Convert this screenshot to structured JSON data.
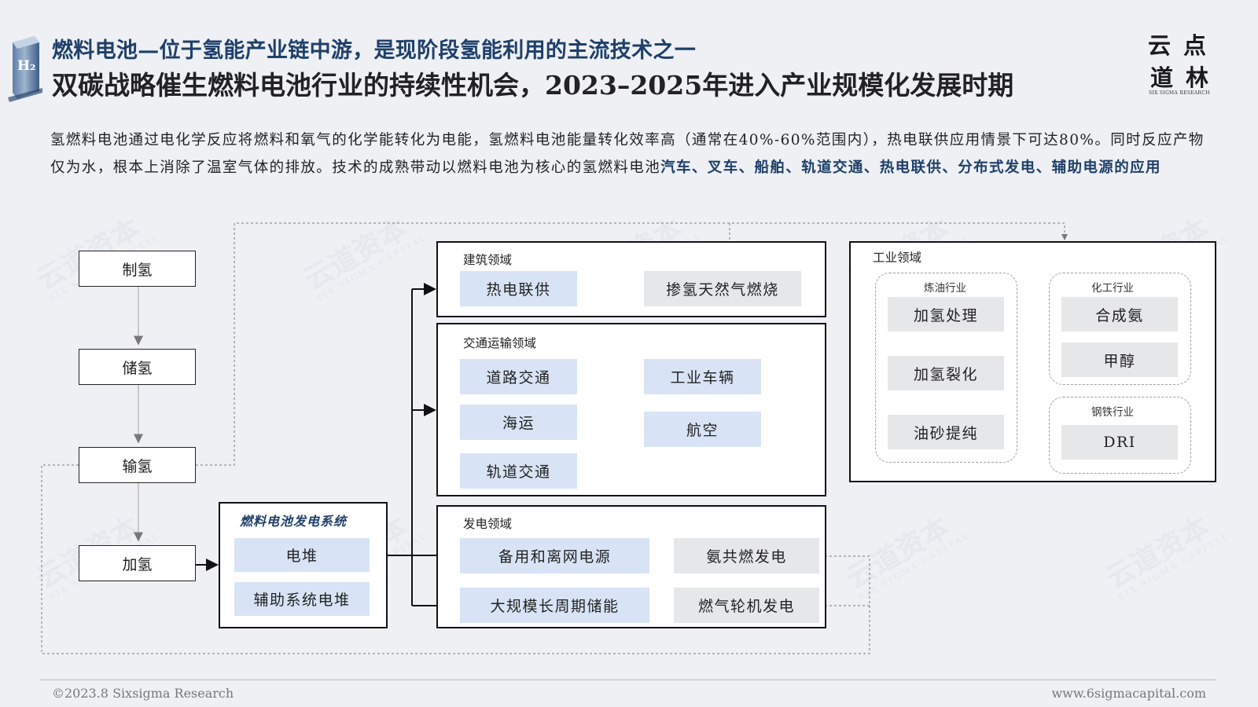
{
  "header": {
    "icon_text": "H₂",
    "subtitle": "燃料电池—位于氢能产业链中游，是现阶段氢能利用的主流技术之一",
    "title": "双碳战略催生燃料电池行业的持续性机会，2023–2025年进入产业规模化发展时期"
  },
  "logo": {
    "line1": "云点",
    "line2": "道林",
    "sub": "SIX SIGMA RESEARCH"
  },
  "intro": {
    "text": "氢燃料电池通过电化学反应将燃料和氧气的化学能转化为电能，氢燃料电池能量转化效率高（通常在40%-60%范围内），热电联供应用情景下可达80%。同时反应产物仅为水，根本上消除了温室气体的排放。技术的成熟带动以燃料电池为核心的氢燃料电池",
    "highlight": "汽车、叉车、船舶、轨道交通、热电联供、分布式发电、辅助电源的应用"
  },
  "watermark": {
    "cn": "云道资本",
    "en": "SIX SIGMA CAPITAL"
  },
  "chain": [
    "制氢",
    "储氢",
    "输氢",
    "加氢"
  ],
  "fuel_cell_system": {
    "title": "燃料电池发电系统",
    "items": [
      "电堆",
      "辅助系统电堆"
    ]
  },
  "building": {
    "label": "建筑领域",
    "items": [
      "热电联供"
    ],
    "grey_items": [
      "掺氢天然气燃烧"
    ]
  },
  "transport": {
    "label": "交通运输领域",
    "items": [
      "道路交通",
      "海运",
      "轨道交通",
      "工业车辆",
      "航空"
    ]
  },
  "power": {
    "label": "发电领域",
    "items": [
      "备用和离网电源",
      "大规模长周期储能"
    ],
    "grey_items": [
      "氨共燃发电",
      "燃气轮机发电"
    ]
  },
  "industry": {
    "label": "工业领域",
    "refining": {
      "label": "炼油行业",
      "items": [
        "加氢处理",
        "加氢裂化",
        "油砂提纯"
      ]
    },
    "chemical": {
      "label": "化工行业",
      "items": [
        "合成氨",
        "甲醇"
      ]
    },
    "steel": {
      "label": "钢铁行业",
      "items": [
        "DRI"
      ]
    }
  },
  "footer": {
    "left": "©2023.8 Sixsigma Research",
    "right": "www.6sigmacapital.com"
  }
}
